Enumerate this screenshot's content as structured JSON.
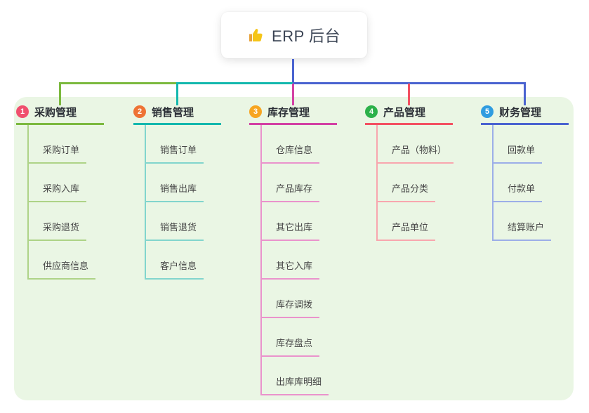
{
  "root": {
    "title": "ERP 后台",
    "icon": "thumbs-up-icon",
    "line_color": "#4a63d0"
  },
  "colors": {
    "panel_bg": "#eaf6e4",
    "canvas_bg": "#ffffff"
  },
  "branches": [
    {
      "badge": "1",
      "label": "采购管理",
      "badge_color": "#f0506e",
      "line_color": "#7cb93f",
      "child_line_color": "#aed387",
      "children": [
        "采购订单",
        "采购入库",
        "采购退货",
        "供应商信息"
      ]
    },
    {
      "badge": "2",
      "label": "销售管理",
      "badge_color": "#ee7335",
      "line_color": "#14b8ae",
      "child_line_color": "#82d5cd",
      "children": [
        "销售订单",
        "销售出库",
        "销售退货",
        "客户信息"
      ]
    },
    {
      "badge": "3",
      "label": "库存管理",
      "badge_color": "#f7a521",
      "line_color": "#d341a4",
      "child_line_color": "#ea93cc",
      "children": [
        "仓库信息",
        "产品库存",
        "其它出库",
        "其它入库",
        "库存调拨",
        "库存盘点",
        "出库库明细"
      ]
    },
    {
      "badge": "4",
      "label": "产品管理",
      "badge_color": "#2cb14a",
      "line_color": "#f35162",
      "child_line_color": "#f8a6ae",
      "children": [
        "产品（物料）",
        "产品分类",
        "产品单位"
      ]
    },
    {
      "badge": "5",
      "label": "财务管理",
      "badge_color": "#2f9ce0",
      "line_color": "#4a63d0",
      "child_line_color": "#9caee8",
      "children": [
        "回款单",
        "付款单",
        "结算账户"
      ]
    }
  ]
}
